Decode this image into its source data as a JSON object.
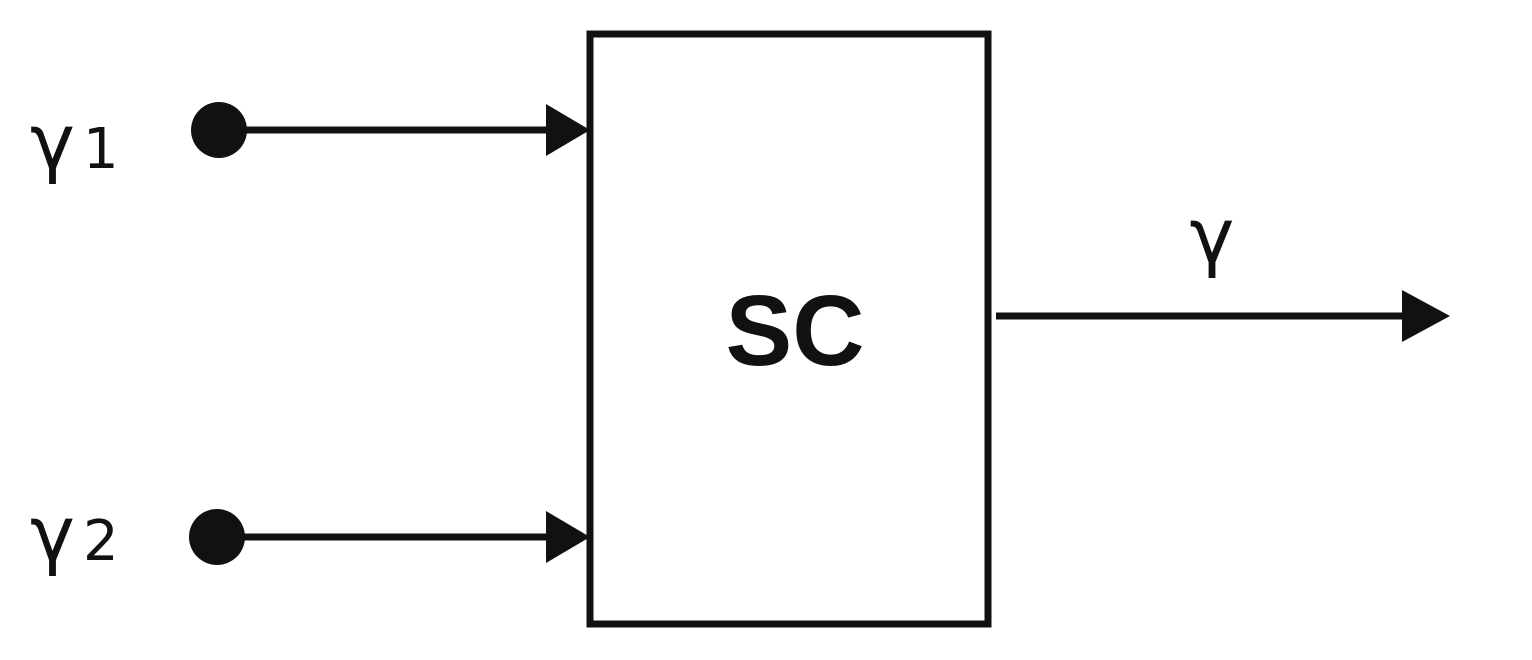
{
  "diagram": {
    "inputs": [
      {
        "symbol": "γ",
        "subscript": "1"
      },
      {
        "symbol": "γ",
        "subscript": "2"
      }
    ],
    "block": {
      "label": "SC"
    },
    "output": {
      "symbol": "γ"
    },
    "colors": {
      "stroke": "#111111",
      "background": "#ffffff"
    }
  }
}
